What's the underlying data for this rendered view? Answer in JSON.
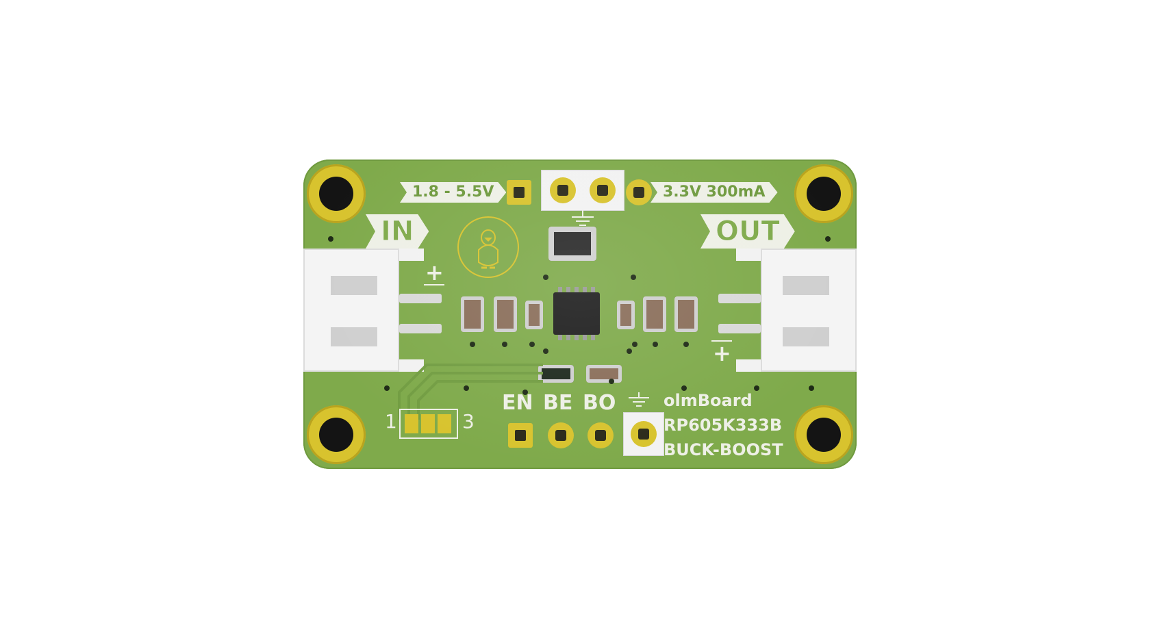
{
  "board": {
    "input_range_label": "1.8 - 5.5V",
    "output_label": "3.3V 300mA",
    "in_label": "IN",
    "out_label": "OUT",
    "plus_symbol": "+",
    "jumper_pin_1": "1",
    "jumper_pin_3": "3",
    "mode_labels": [
      "EN",
      "BE",
      "BO"
    ],
    "brand": "olmBoard",
    "part_number": "RP605K333B",
    "topology": "BUCK-BOOST"
  },
  "colors": {
    "pcb": "#7faa4b",
    "silkscreen": "#eef0e6",
    "gold": "#d8c32e"
  },
  "icons": [
    "penguin-logo-icon",
    "ground-symbol-icon"
  ]
}
